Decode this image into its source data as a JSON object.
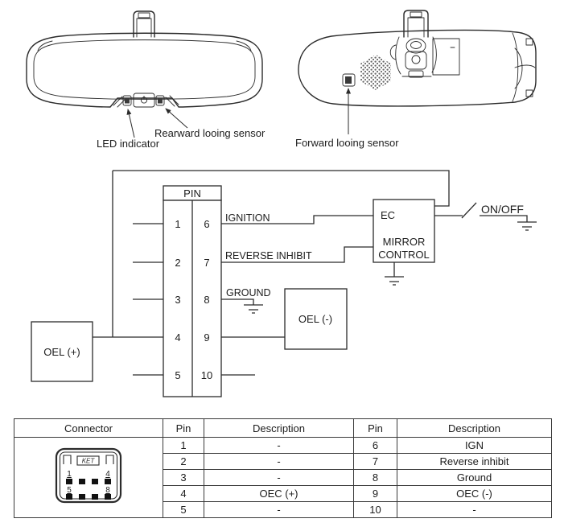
{
  "colors": {
    "line": "#2b2b2b",
    "text": "#1c1c1c",
    "background": "#ffffff",
    "pin_fill": "#111111"
  },
  "mirror_figures": {
    "labels": {
      "led_indicator": "LED indicator",
      "rearward_sensor": "Rearward looing sensor",
      "forward_sensor": "Forward looing sensor"
    }
  },
  "schematic": {
    "pin_block": {
      "header": "PIN",
      "left_pins": [
        "1",
        "2",
        "3",
        "4",
        "5"
      ],
      "right_pins": [
        "6",
        "7",
        "8",
        "9",
        "10"
      ]
    },
    "signal_labels": {
      "ignition": "IGNITION",
      "reverse_inhibit": "REVERSE INHIBIT",
      "ground": "GROUND",
      "on_off": "ON/OFF"
    },
    "blocks": {
      "oel_plus": "OEL (+)",
      "oel_minus": "OEL (-)",
      "ec_line1": "EC",
      "ec_line2": "MIRROR",
      "ec_line3": "CONTROL"
    }
  },
  "connector_table": {
    "headers": {
      "connector": "Connector",
      "pin_left": "Pin",
      "desc_left": "Description",
      "pin_right": "Pin",
      "desc_right": "Description"
    },
    "connector_graphic": {
      "brand": "KET",
      "pin_numbers": [
        "1",
        "4",
        "5",
        "8"
      ]
    },
    "rows": [
      {
        "pin_left": "1",
        "desc_left": "-",
        "pin_right": "6",
        "desc_right": "IGN"
      },
      {
        "pin_left": "2",
        "desc_left": "-",
        "pin_right": "7",
        "desc_right": "Reverse inhibit"
      },
      {
        "pin_left": "3",
        "desc_left": "-",
        "pin_right": "8",
        "desc_right": "Ground"
      },
      {
        "pin_left": "4",
        "desc_left": "OEC (+)",
        "pin_right": "9",
        "desc_right": "OEC (-)"
      },
      {
        "pin_left": "5",
        "desc_left": "-",
        "pin_right": "10",
        "desc_right": "-"
      }
    ]
  }
}
